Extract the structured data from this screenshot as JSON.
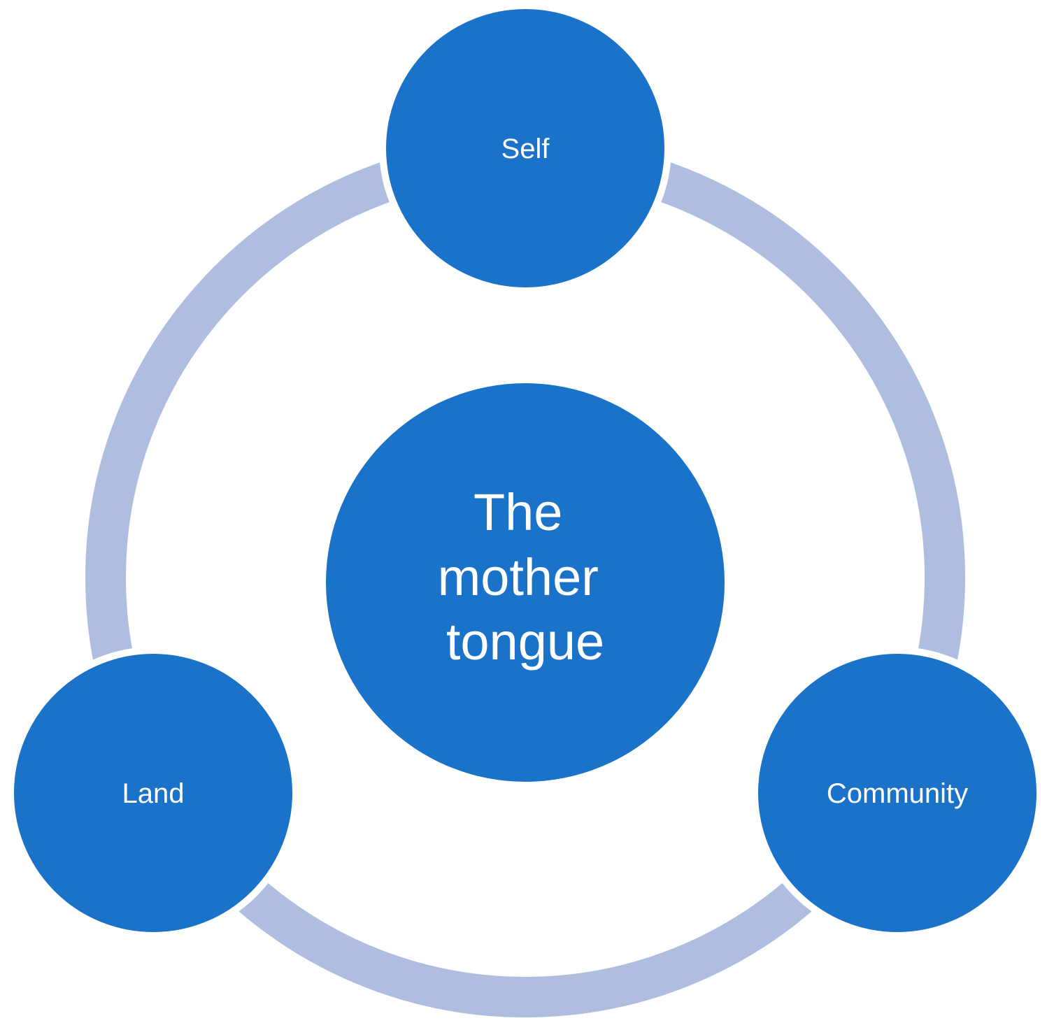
{
  "diagram": {
    "center": {
      "lines": [
        "The",
        "mother",
        "tongue"
      ]
    },
    "nodes": [
      {
        "label": "Self"
      },
      {
        "label": "Community"
      },
      {
        "label": "Land"
      }
    ]
  },
  "colors": {
    "ring": "#aebde0",
    "node_fill": "#1a73c8",
    "node_outline": "#ffffff",
    "text": "#ffffff"
  }
}
